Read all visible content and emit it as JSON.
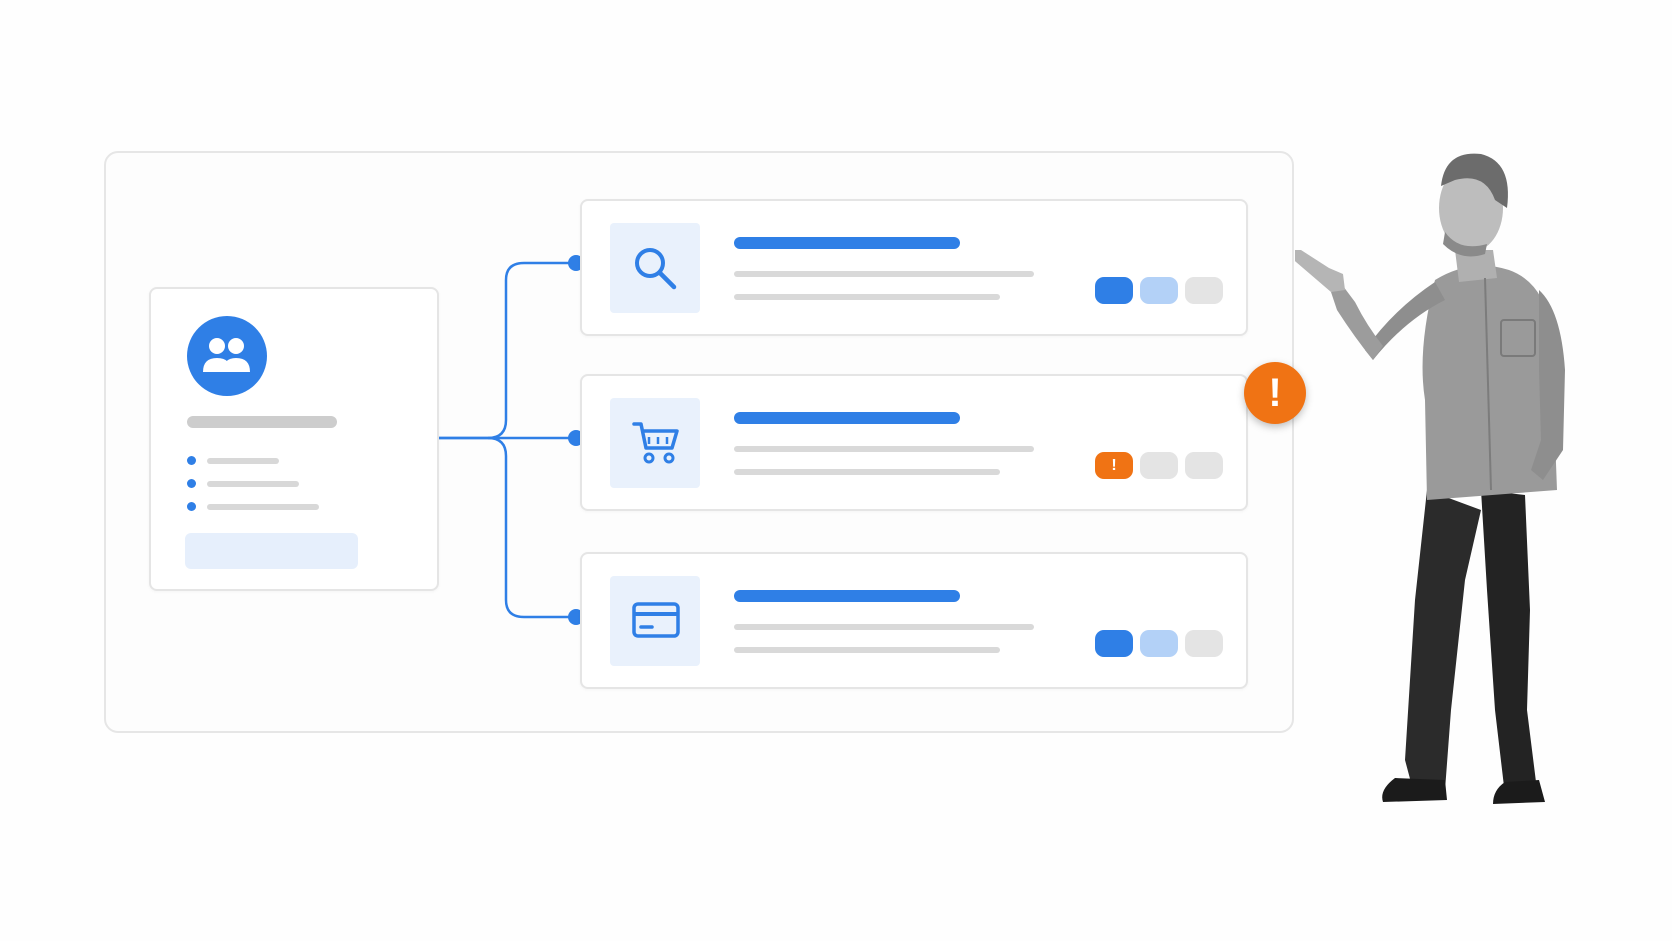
{
  "colors": {
    "accent": "#2f7fe6",
    "accent_light": "#b3d1f7",
    "alert": "#f07314",
    "placeholder": "#d9d9d9"
  },
  "profile": {
    "icon": "users-icon",
    "list_items": 3
  },
  "steps": [
    {
      "icon": "search-icon",
      "status": [
        "active",
        "partial",
        "pending"
      ]
    },
    {
      "icon": "cart-icon",
      "status": [
        "error",
        "pending",
        "pending"
      ]
    },
    {
      "icon": "credit-card-icon",
      "status": [
        "active",
        "partial",
        "pending"
      ]
    }
  ],
  "alert": {
    "symbol": "!",
    "icon": "exclamation-icon"
  },
  "person": {
    "icon": "presenter-illustration"
  }
}
